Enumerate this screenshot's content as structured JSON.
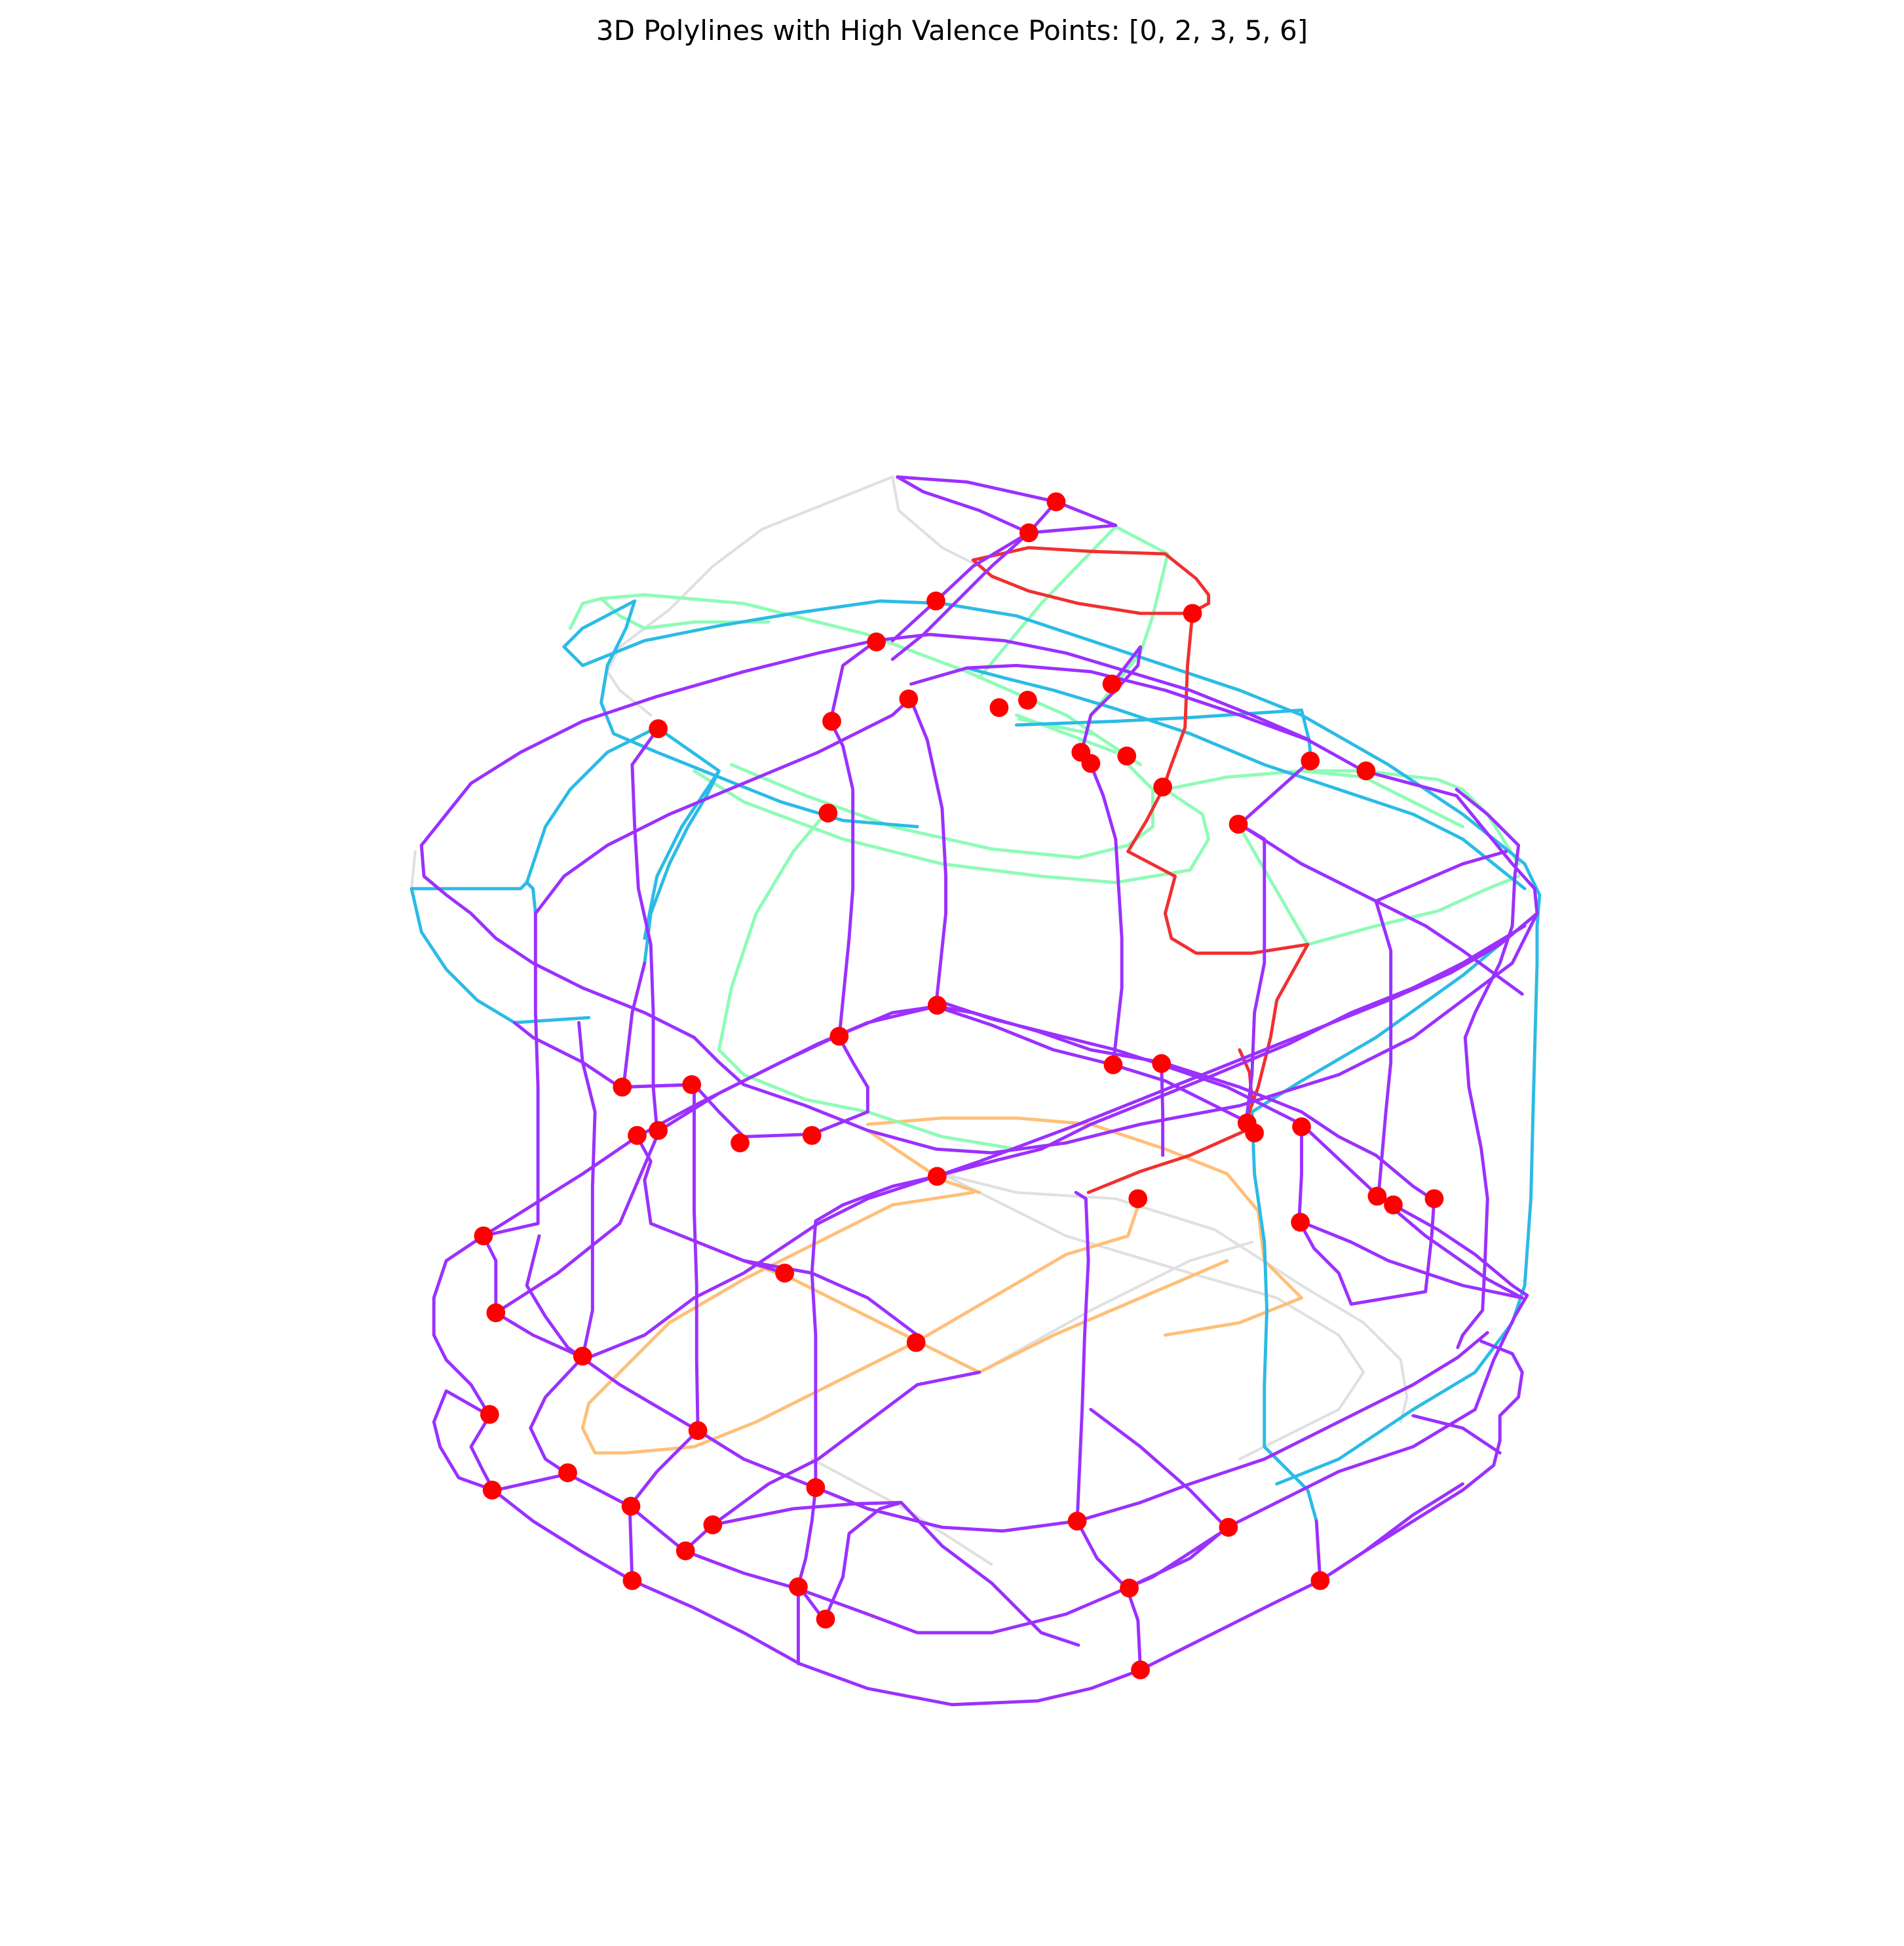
{
  "title": "3D Polylines with High Valence Points: [0, 2, 3, 5, 6]",
  "colors": {
    "purple": "#9b30ff",
    "cyan": "#2bbbe6",
    "mint": "#8dfcb6",
    "orange": "#ffbf78",
    "red": "#f03030",
    "gray": "#e0e0e0",
    "point": "#ff0000"
  },
  "chart_data": {
    "type": "3d-polyline-wireframe",
    "axes": "hidden"
  }
}
